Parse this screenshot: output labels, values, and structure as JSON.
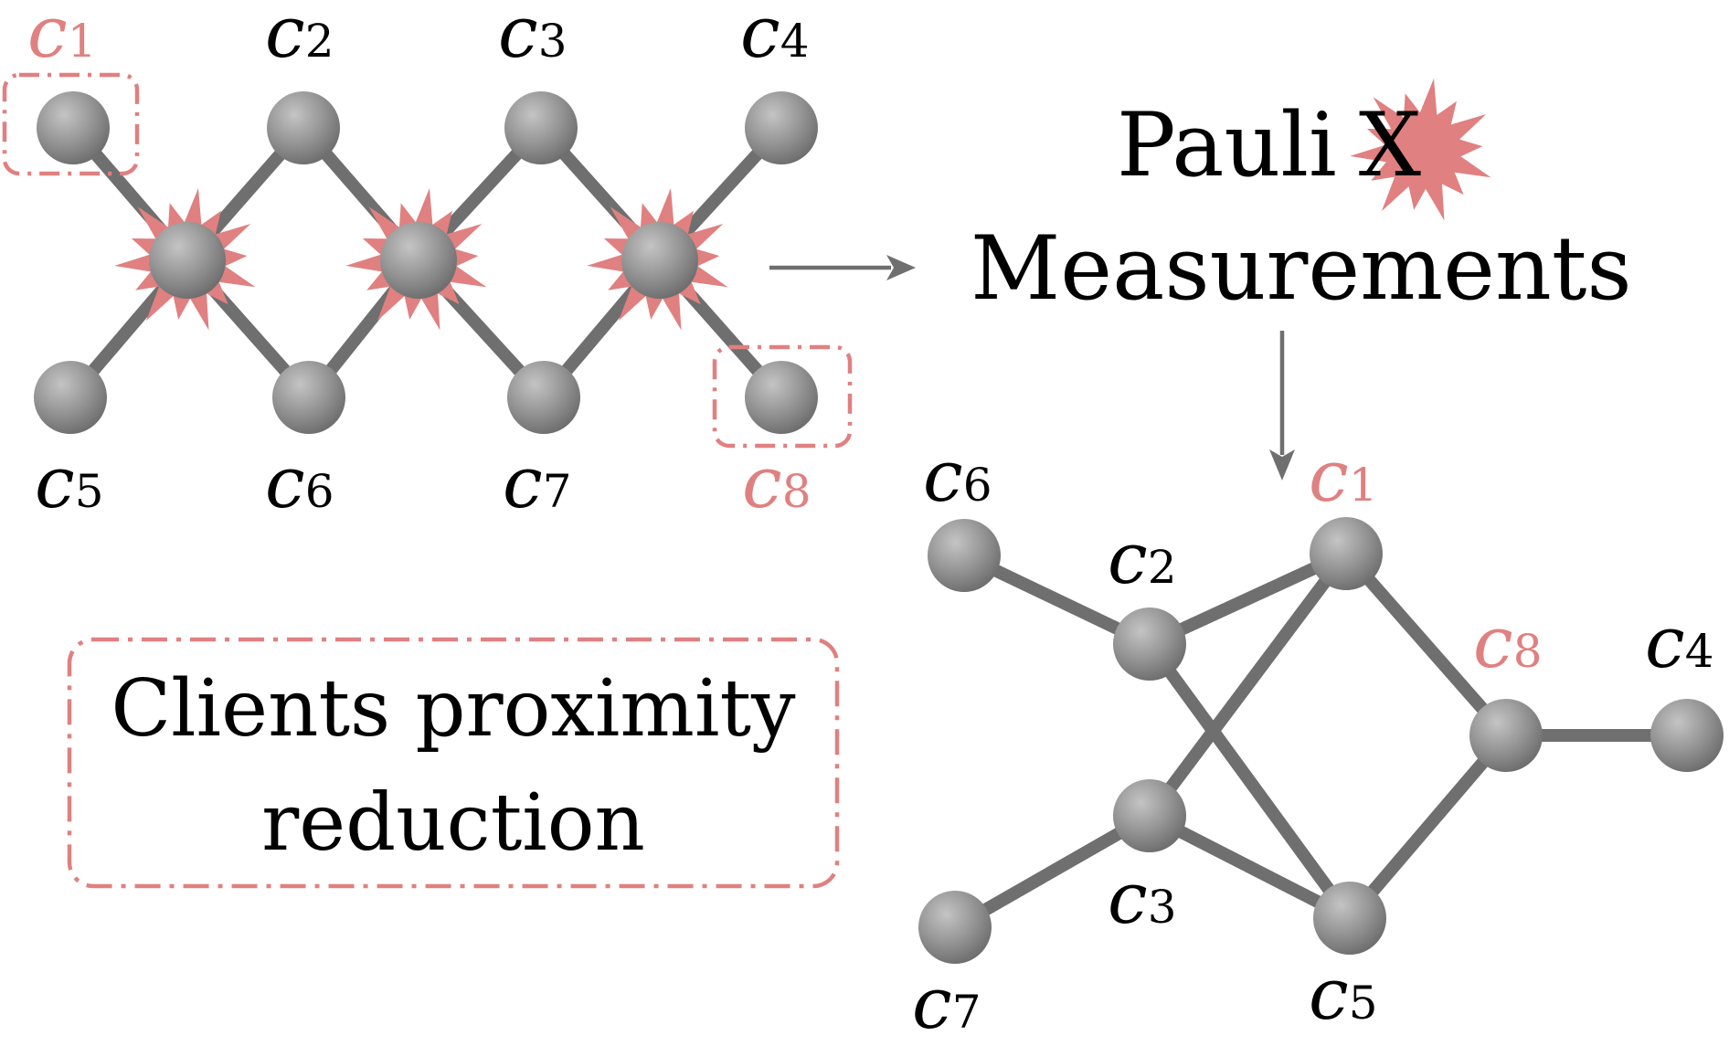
{
  "colors": {
    "node": "#8f8f8f",
    "edge": "#6f6f6f",
    "accent": "#e08080",
    "text": "#000000"
  },
  "left_graph": {
    "labels": [
      {
        "letter": "c",
        "sub": "1",
        "highlight": true
      },
      {
        "letter": "c",
        "sub": "2",
        "highlight": false
      },
      {
        "letter": "c",
        "sub": "3",
        "highlight": false
      },
      {
        "letter": "c",
        "sub": "4",
        "highlight": false
      },
      {
        "letter": "c",
        "sub": "5",
        "highlight": false
      },
      {
        "letter": "c",
        "sub": "6",
        "highlight": false
      },
      {
        "letter": "c",
        "sub": "7",
        "highlight": false
      },
      {
        "letter": "c",
        "sub": "8",
        "highlight": true
      }
    ]
  },
  "measurement": {
    "line1_word": "Pauli",
    "line1_symbol": "X",
    "line2": "Measurements"
  },
  "reduction_box": {
    "line1": "Clients proximity",
    "line2": "reduction"
  },
  "right_graph": {
    "labels": [
      {
        "letter": "c",
        "sub": "6",
        "highlight": false
      },
      {
        "letter": "c",
        "sub": "2",
        "highlight": false
      },
      {
        "letter": "c",
        "sub": "1",
        "highlight": true
      },
      {
        "letter": "c",
        "sub": "8",
        "highlight": true
      },
      {
        "letter": "c",
        "sub": "4",
        "highlight": false
      },
      {
        "letter": "c",
        "sub": "3",
        "highlight": false
      },
      {
        "letter": "c",
        "sub": "7",
        "highlight": false
      },
      {
        "letter": "c",
        "sub": "5",
        "highlight": false
      }
    ]
  }
}
